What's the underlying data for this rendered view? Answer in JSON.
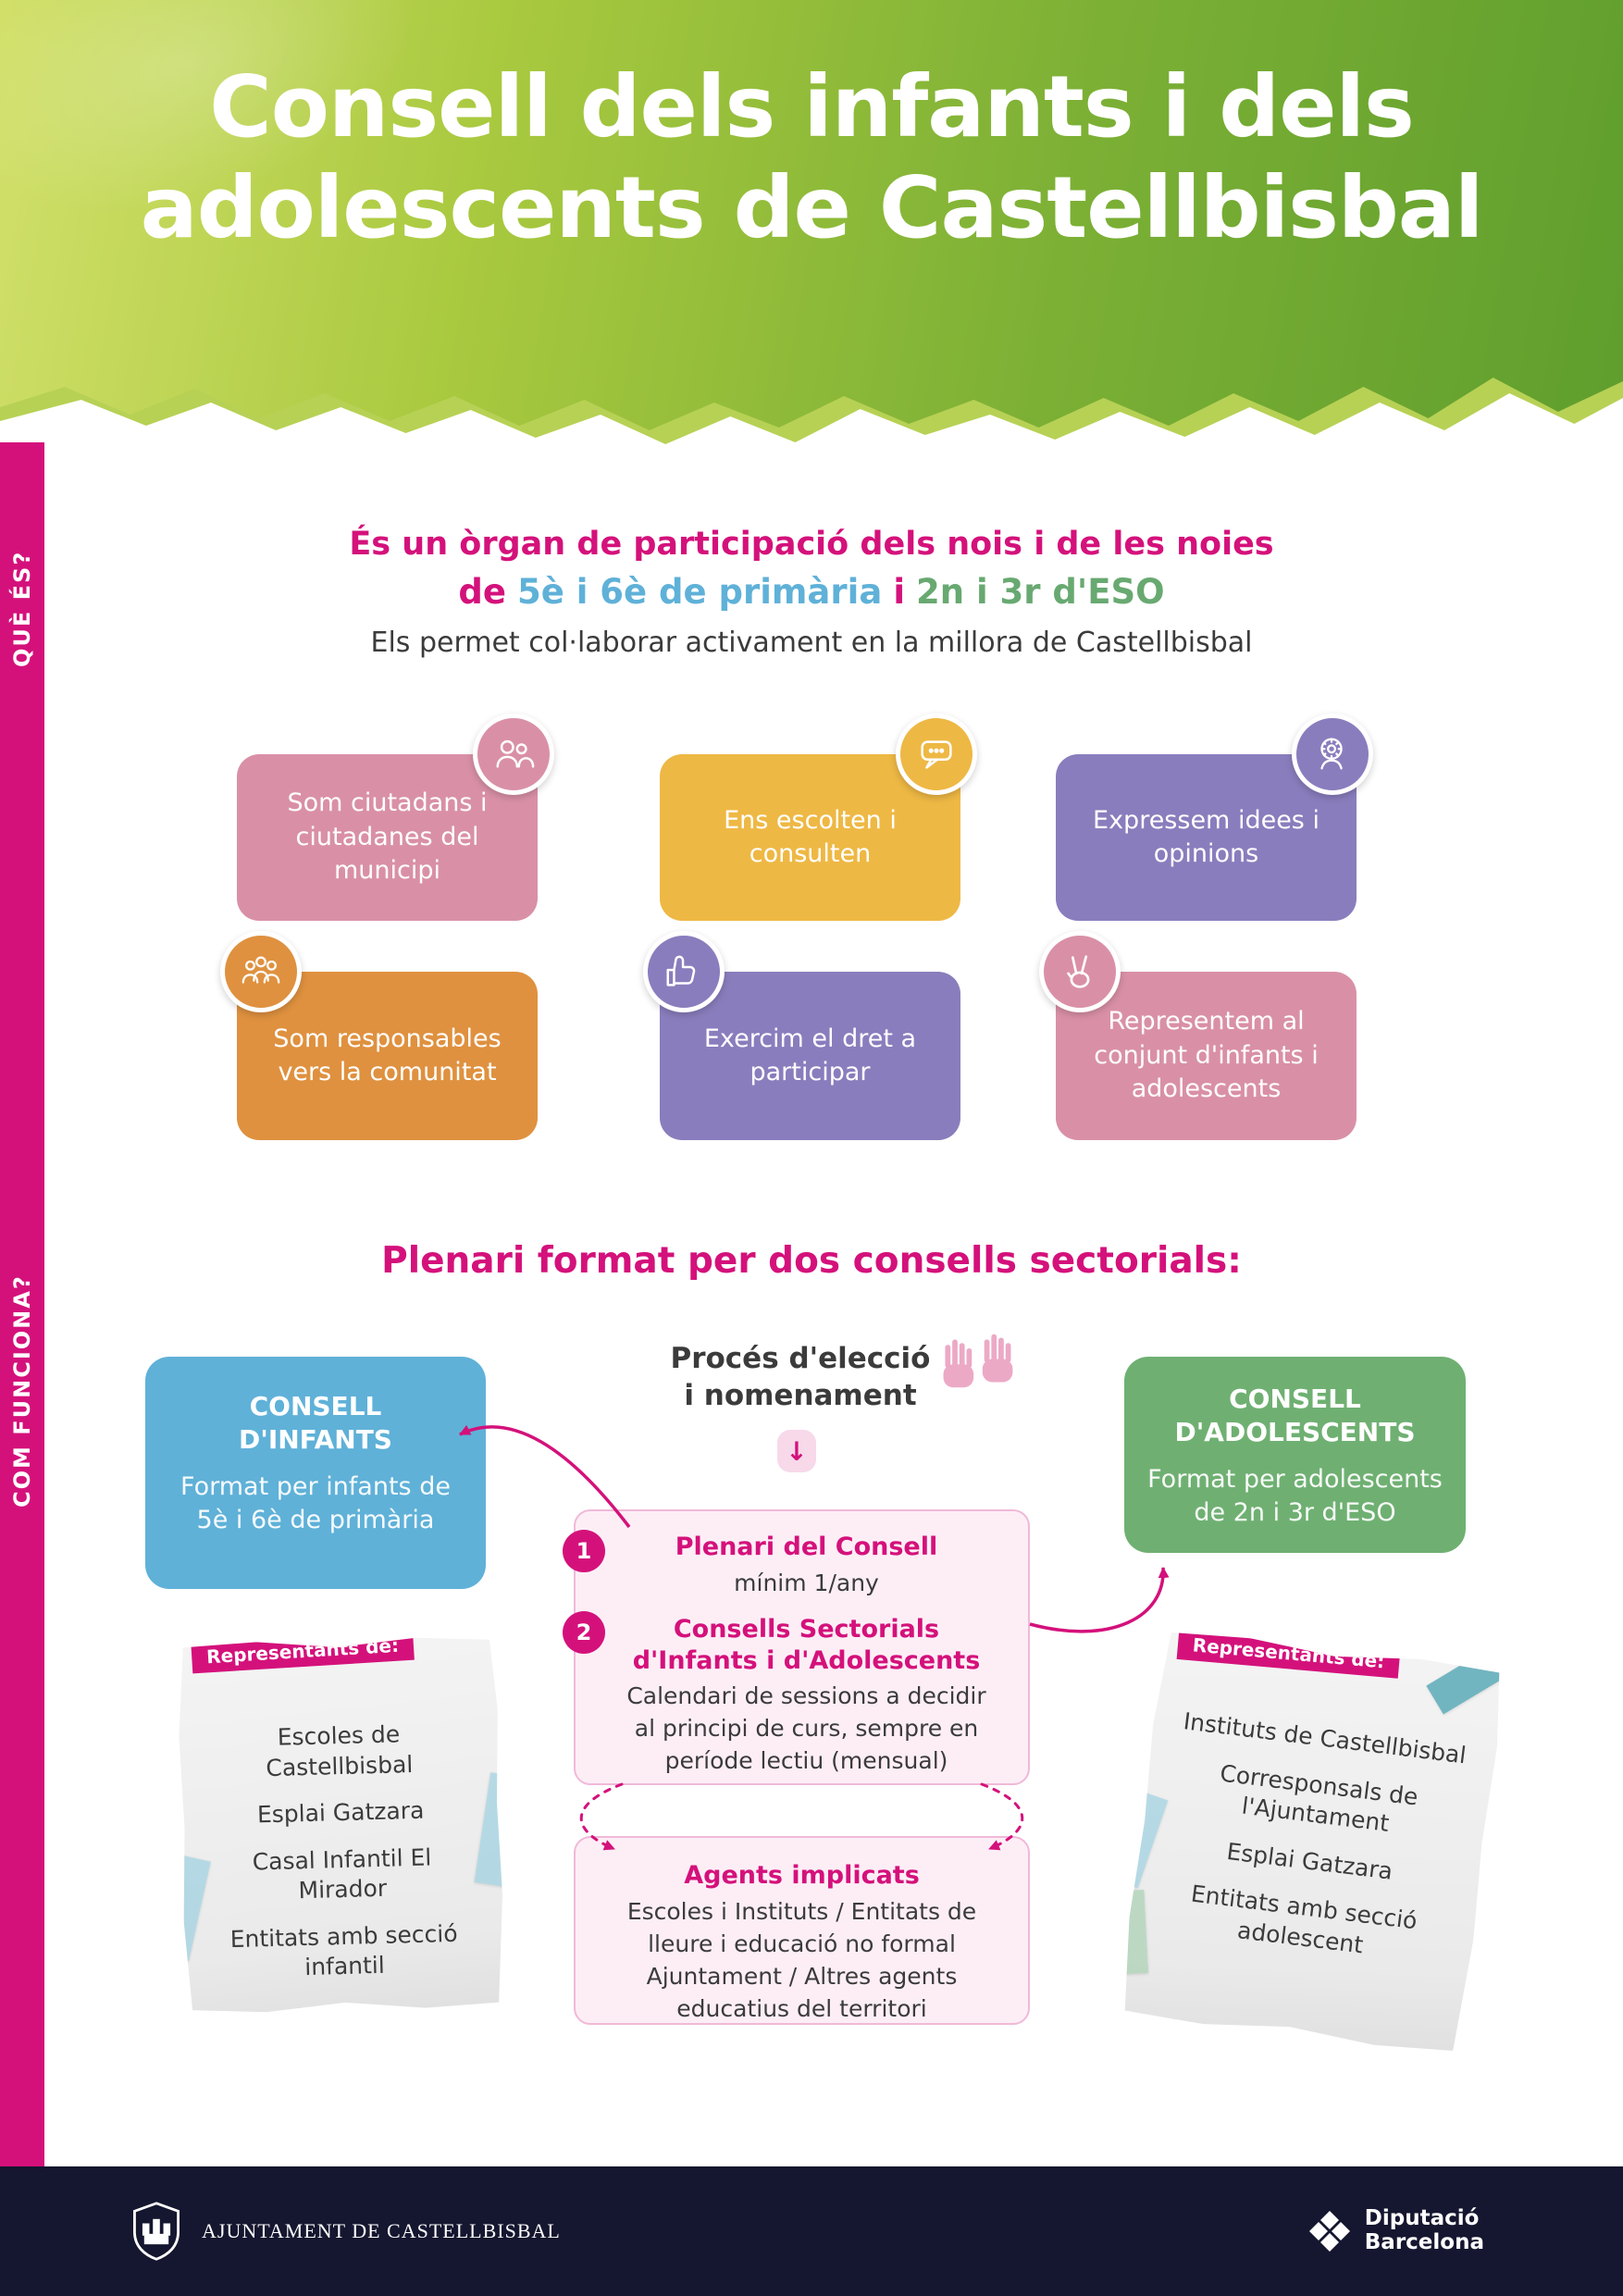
{
  "colors": {
    "accent_magenta": "#d4117b",
    "header_green_light": "#b7d155",
    "header_green_dark": "#5f9e2d",
    "card_pink": "#d990a7",
    "card_yellow": "#eeb844",
    "card_purple": "#8a7dbd",
    "card_orange": "#df913f",
    "box_blue": "#5fb1d8",
    "box_green": "#6fb072",
    "process_box_bg": "#fdeef6",
    "footer_bg": "#15162f",
    "text_dark": "#3b3b3b",
    "primaria_blue_text": "#5fb1d8",
    "eso_green_text": "#68a971"
  },
  "header": {
    "title_line1": "Consell dels infants i dels",
    "title_line2": "adolescents de Castellbisbal"
  },
  "sidebar": {
    "section1_label": "QUÈ ÉS?",
    "section2_label": "COM FUNCIONA?"
  },
  "intro": {
    "line1": "És un òrgan de participació dels nois i de les noies",
    "line2_prefix": "de",
    "line2_primaria": "5è i 6è de primària",
    "line2_connector": "i",
    "line2_eso": "2n i 3r d'ESO",
    "line3": "Els permet col·laborar activament en la millora de Castellbisbal"
  },
  "cards": [
    {
      "label": "Som ciutadans i ciutadanes del municipi",
      "icon": "citizens-icon"
    },
    {
      "label": "Ens escolten i consulten",
      "icon": "speech-bubble-icon"
    },
    {
      "label": "Expressem idees i opinions",
      "icon": "ideas-icon"
    },
    {
      "label": "Som responsables vers la comunitat",
      "icon": "community-icon"
    },
    {
      "label": "Exercim el dret a participar",
      "icon": "thumbs-up-icon"
    },
    {
      "label": "Representem al conjunt d'infants i adolescents",
      "icon": "peace-hand-icon"
    }
  ],
  "section2": {
    "heading": "Plenari format per dos consells sectorials:",
    "consell_infants": {
      "title_line1": "CONSELL",
      "title_line2": "D'INFANTS",
      "body": "Format per infants de 5è i 6è de primària"
    },
    "consell_adolescents": {
      "title_line1": "CONSELL",
      "title_line2": "D'ADOLESCENTS",
      "body": "Format per adolescents de 2n i 3r d'ESO"
    },
    "process_label_line1": "Procés d'elecció",
    "process_label_line2": "i nomenament",
    "down_arrow_glyph": "↓",
    "steps": [
      {
        "num": "1",
        "title": "Plenari del Consell",
        "body": "mínim 1/any"
      },
      {
        "num": "2",
        "title": "Consells Sectorials d'Infants i d'Adolescents",
        "body": "Calendari de sessions a decidir al principi de curs, sempre en període lectiu (mensual)"
      }
    ],
    "agents": {
      "title": "Agents implicats",
      "body": "Escoles i Instituts / Entitats de lleure i educació no formal Ajuntament / Altres agents educatius del territori"
    }
  },
  "left_note": {
    "label": "Representants de:",
    "items": [
      "Escoles de Castellbisbal",
      "Esplai Gatzara",
      "Casal Infantil El Mirador",
      "Entitats amb secció infantil"
    ]
  },
  "right_note": {
    "label": "Representants de:",
    "items": [
      "Instituts de Castellbisbal",
      "Corresponsals de l'Ajuntament",
      "Esplai Gatzara",
      "Entitats amb secció adolescent"
    ]
  },
  "footer": {
    "ajuntament": "AJUNTAMENT DE CASTELLBISBAL",
    "diputacio_line1": "Diputació",
    "diputacio_line2": "Barcelona"
  }
}
